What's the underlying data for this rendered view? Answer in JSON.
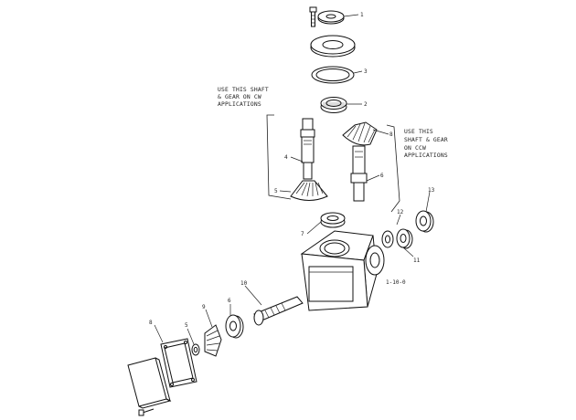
{
  "notes": {
    "cw": [
      "USE THIS SHAFT",
      "& GEAR ON CW",
      "APPLICATIONS"
    ],
    "ccw": [
      "USE THIS",
      "SHAFT & GEAR",
      "ON CCW",
      "APPLICATIONS"
    ]
  },
  "callouts": [
    "1",
    "2",
    "3",
    "4",
    "5",
    "6",
    "7",
    "8",
    "9",
    "10",
    "11",
    "12",
    "13"
  ],
  "stamp": "1-10-0"
}
